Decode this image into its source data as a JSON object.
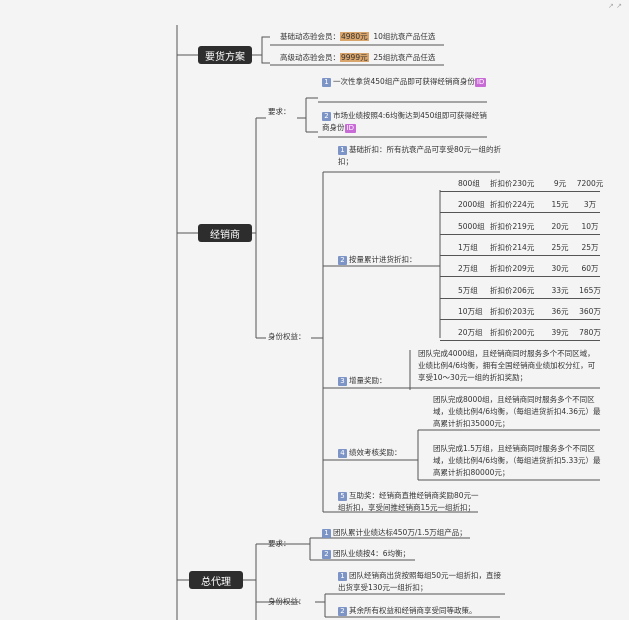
{
  "watermark": "↗ ↗",
  "plan": {
    "label": "要货方案",
    "basic": {
      "pre": "基础动态验会员：",
      "price": "4980元",
      "post": "10组抗衰产品任选"
    },
    "senior": {
      "pre": "高级动态验会员：",
      "price": "9999元",
      "post": "25组抗衰产品任选"
    }
  },
  "dealer": {
    "label": "经销商",
    "req_label": "要求：",
    "req1": {
      "num": "1",
      "text": "一次性拿货450组产品即可获得经销商身份",
      "tag": "ID"
    },
    "req2": {
      "num": "2",
      "text": "市场业绩按照4:6均衡达到450组即可获得经销商身份",
      "tag": "ID"
    },
    "rights_label": "身份权益：",
    "r1": {
      "num": "1",
      "text": "基础折扣：所有抗衰产品可享受80元一组的折扣；"
    },
    "r2": {
      "num": "2",
      "text": "按量累计进货折扣："
    },
    "tiers": [
      {
        "qty": "800组",
        "price": "折扣价230元",
        "disc": "9元",
        "total": "7200元"
      },
      {
        "qty": "2000组",
        "price": "折扣价224元",
        "disc": "15元",
        "total": "3万"
      },
      {
        "qty": "5000组",
        "price": "折扣价219元",
        "disc": "20元",
        "total": "10万"
      },
      {
        "qty": "1万组",
        "price": "折扣价214元",
        "disc": "25元",
        "total": "25万"
      },
      {
        "qty": "2万组",
        "price": "折扣价209元",
        "disc": "30元",
        "total": "60万"
      },
      {
        "qty": "5万组",
        "price": "折扣价206元",
        "disc": "33元",
        "total": "165万"
      },
      {
        "qty": "10万组",
        "price": "折扣价203元",
        "disc": "36元",
        "total": "360万"
      },
      {
        "qty": "20万组",
        "price": "折扣价200元",
        "disc": "39元",
        "total": "780万"
      }
    ],
    "r3": {
      "num": "3",
      "text": "增量奖励：",
      "detail": "团队完成4000组，且经销商同时服务多个不同区域，业绩比例4/6均衡，拥有全国经销商业绩加权分红，可享受10～30元一组的折扣奖励；"
    },
    "r4": {
      "num": "4",
      "text": "绩效考核奖励：",
      "d1": "团队完成8000组，且经销商同时服务多个不同区域，业绩比例4/6均衡，（每组进货折扣4.36元）最高累计折扣35000元；",
      "d2": "团队完成1.5万组，且经销商同时服务多个不同区域，业绩比例4/6均衡，（每组进货折扣5.33元）最高累计折扣80000元；"
    },
    "r5": {
      "num": "5",
      "text": "互助奖：经销商直推经销商奖励80元一组折扣，享受间推经销商15元一组折扣；"
    }
  },
  "agent": {
    "label": "总代理",
    "req_label": "要求：",
    "req1": {
      "num": "1",
      "text": "团队累计业绩达标450万/1.5万组产品；"
    },
    "req2": {
      "num": "2",
      "text": "团队业绩按4：6均衡；"
    },
    "rights_label": "身份权益：",
    "r1": {
      "num": "1",
      "text": "团队经销商出货按照每组50元一组折扣，直接出货享受130元一组折扣；"
    },
    "r2": {
      "num": "2",
      "text": "其余所有权益和经销商享受同等政策。"
    }
  }
}
